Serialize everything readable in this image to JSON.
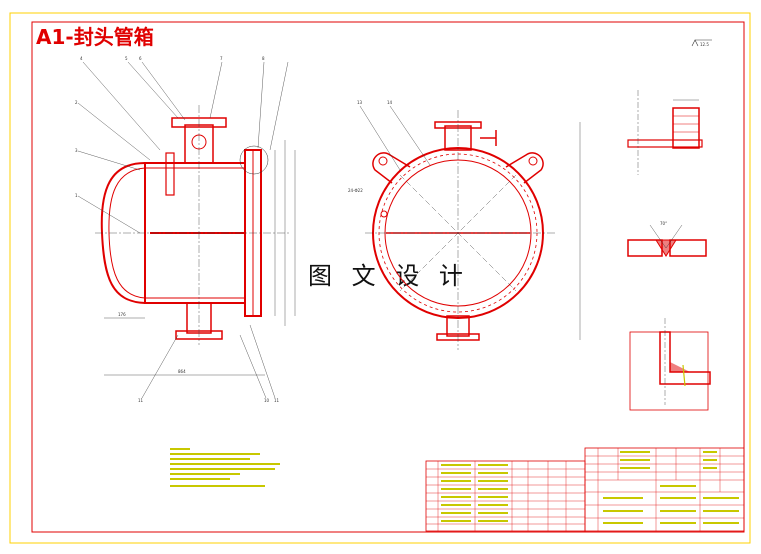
{
  "drawing": {
    "title": "A1-封头管箱",
    "watermark": "图 文 设 计",
    "colors": {
      "frame": "#ffd000",
      "outline": "#e00000",
      "dimension": "#333333",
      "notes": "#c8c800",
      "title_block": "#e00000"
    }
  },
  "front_view": {
    "part_numbers": [
      "4",
      "5",
      "6",
      "7",
      "8",
      "2",
      "3",
      "1"
    ],
    "bottom_part_numbers": [
      "11",
      "10",
      "11"
    ],
    "dimensions": {
      "left": "176",
      "overall": "864"
    }
  },
  "side_view": {
    "part_numbers": [
      "13",
      "14"
    ],
    "nozzle_label": "24-Φ22"
  },
  "details": {
    "roughness": "12.5",
    "weld_angle": "70°"
  }
}
